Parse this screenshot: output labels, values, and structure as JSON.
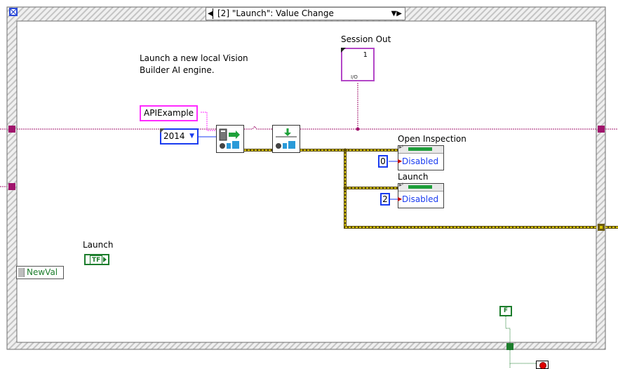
{
  "event_case": {
    "selector_label": "[2] \"Launch\": Value Change"
  },
  "comment": {
    "line1": "Launch a new local Vision",
    "line2": "Builder AI engine."
  },
  "constants": {
    "api_name": "APIExample",
    "version": "2014",
    "open_inspection_index": "0",
    "launch_index": "2",
    "stop_bool": "F"
  },
  "terminals": {
    "session_out": "Session Out",
    "launch_control": "Launch",
    "launch_tf": "TF",
    "new_val": "NewVal"
  },
  "property_nodes": [
    {
      "title": "Open Inspection",
      "property": "Disabled"
    },
    {
      "title": "Launch",
      "property": "Disabled"
    }
  ],
  "session_icon": {
    "index": "1",
    "io_text": "I/O"
  },
  "colors": {
    "string_wire": "#ff2bff",
    "refnum_wire": "#a0146c",
    "cluster_wire": "#b9a400",
    "error_wire": "#5a4a00",
    "boolean": "#1c7d2c",
    "numeric": "#1a3cf0",
    "frame_hatch": "#c8c8c8"
  },
  "icons": {
    "block_diagram": "window-icon",
    "open_session": "vision-builder-open-icon",
    "launch_engine": "vision-builder-launch-icon",
    "stop": "stop-icon"
  }
}
